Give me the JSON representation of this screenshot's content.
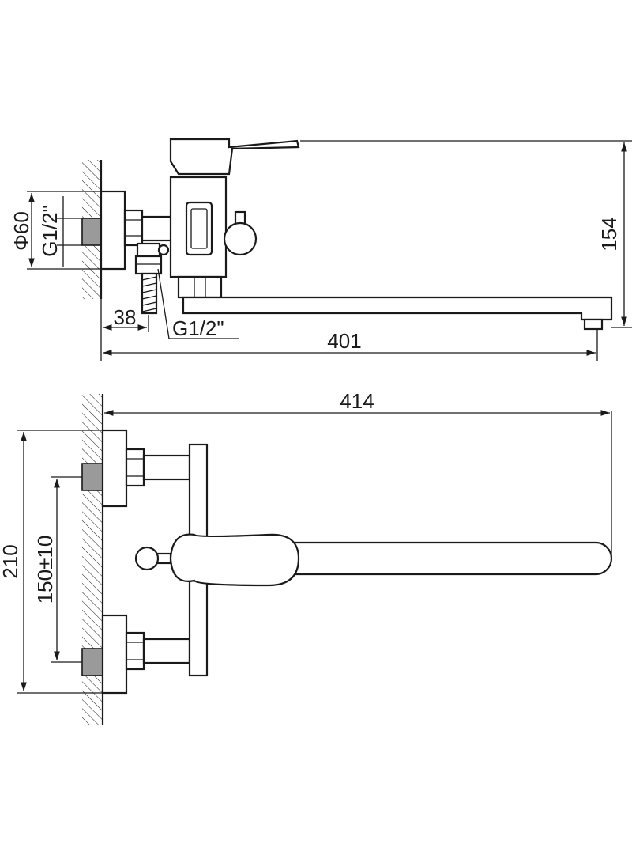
{
  "side_view": {
    "dimensions": {
      "height": "154",
      "length": "401",
      "wall_offset": "38",
      "flange_diameter": "Φ60",
      "thread_upper": "G1/2\"",
      "thread_outlet": "G1/2\""
    }
  },
  "top_view": {
    "dimensions": {
      "length": "414",
      "height": "210",
      "connection_spacing": "150±10"
    }
  },
  "colors": {
    "line": "#1a1a1a",
    "thread_fill": "#9a9a9a",
    "background": "#ffffff"
  }
}
